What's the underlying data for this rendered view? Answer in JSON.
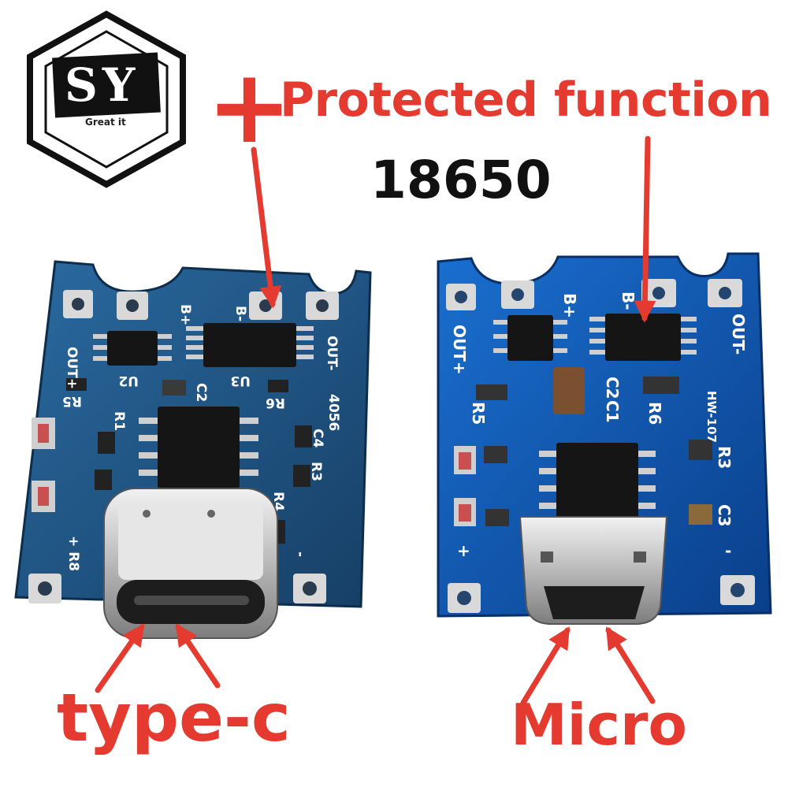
{
  "logo": {
    "letters": "SY",
    "tagline": "Great it"
  },
  "headline": {
    "plus": "+",
    "text": "Protected function",
    "sublabel": "18650"
  },
  "left_board": {
    "connector_label": "type-c",
    "silkscreen": [
      "OUT+",
      "OUT-",
      "B+",
      "B-",
      "R5",
      "R6",
      "U2",
      "U3",
      "C2",
      "R1",
      "C4",
      "R3",
      "R4",
      "R8",
      "4056",
      "+",
      "-"
    ]
  },
  "right_board": {
    "connector_label": "Micro",
    "silkscreen": [
      "OUT+",
      "OUT-",
      "B+",
      "B-",
      "R5",
      "R6",
      "C1",
      "C2",
      "R3",
      "C3",
      "HW-107",
      "+",
      "-"
    ]
  },
  "colors": {
    "accent_red": "#e53a2f",
    "left_pcb": "#1f5a88",
    "right_pcb": "#1059b5"
  }
}
